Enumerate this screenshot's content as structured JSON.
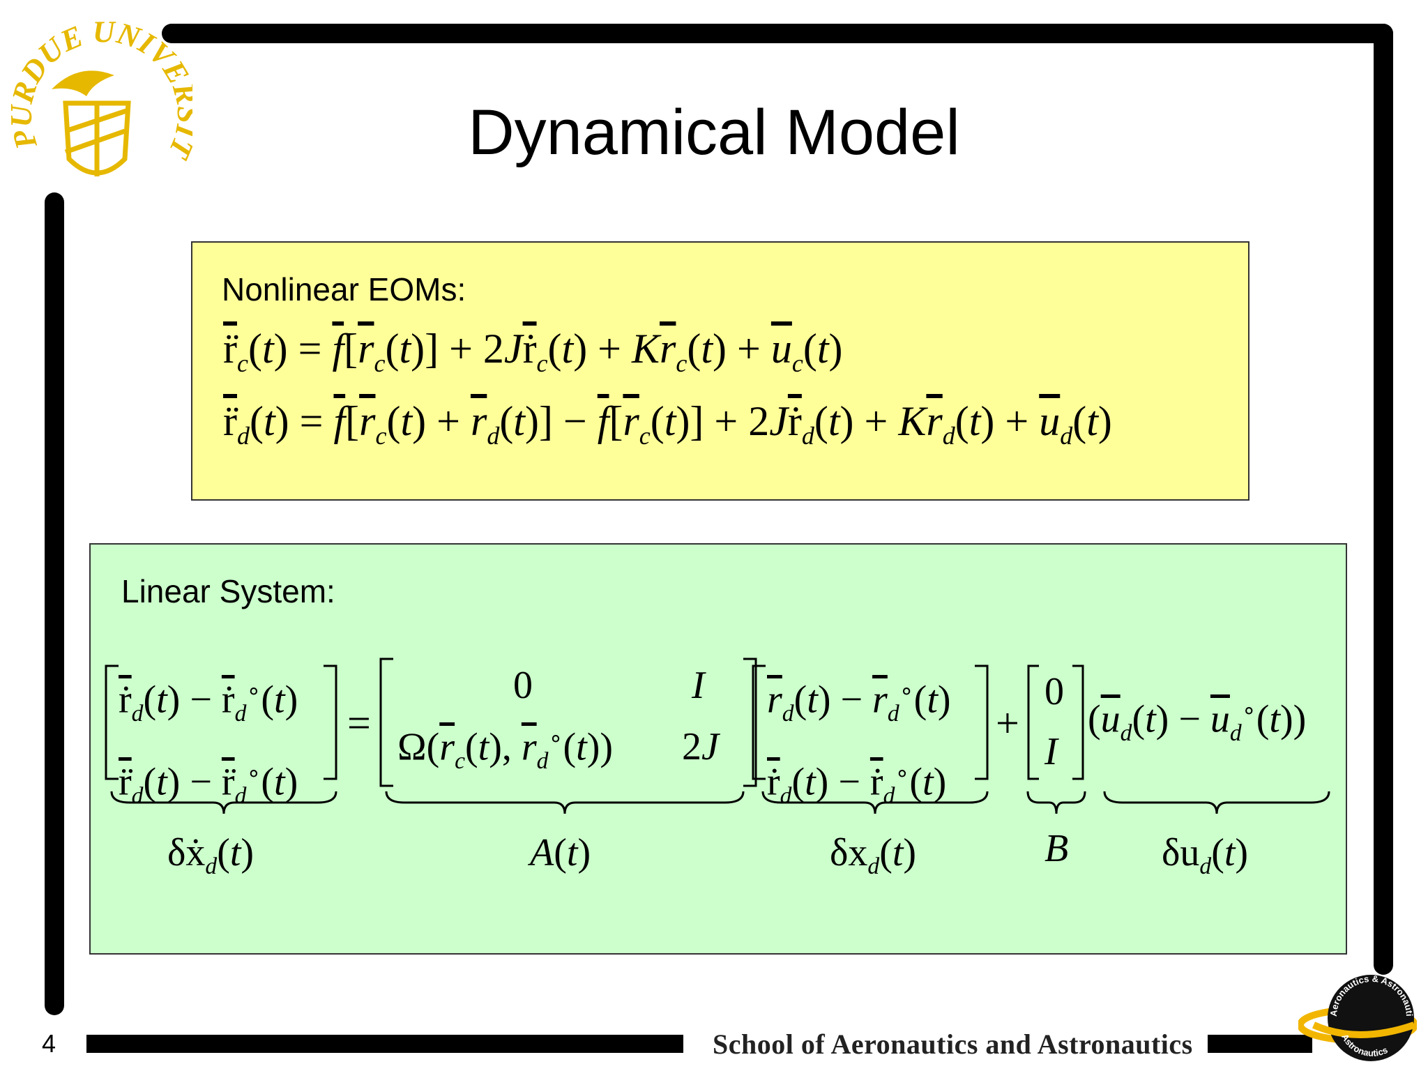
{
  "slide": {
    "title": "Dynamical Model",
    "page_number": "4",
    "footer": "School of Aeronautics and Astronautics"
  },
  "logos": {
    "left": {
      "text": "PURDUE UNIVERSITY",
      "color": "#e6b800"
    },
    "right": {
      "text": "Aeronautics & Astronautics",
      "color": "#f2b600"
    }
  },
  "eom": {
    "heading": "Nonlinear EOMs:"
  },
  "linear": {
    "heading": "Linear System:",
    "labels": {
      "dxdot": "δẋ",
      "A": "A",
      "dx": "δx",
      "B": "B",
      "du": "δu"
    }
  },
  "colors": {
    "eom_box": "#ffff99",
    "linear_box": "#ccffcc",
    "frame": "#000000"
  }
}
